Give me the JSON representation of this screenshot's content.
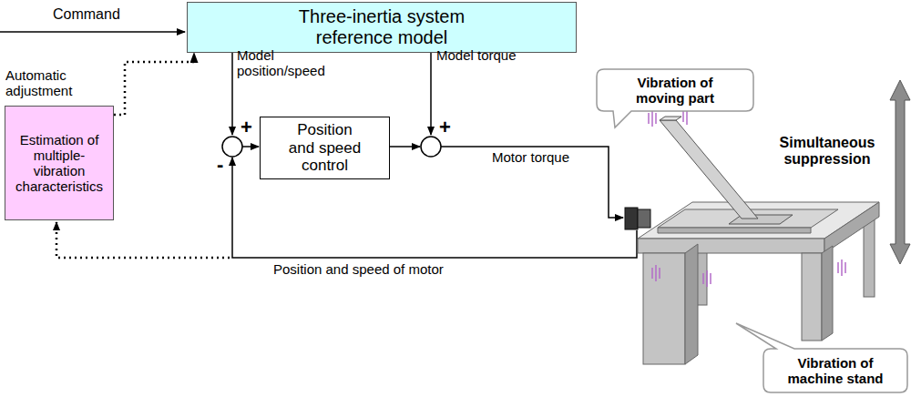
{
  "diagram": {
    "nodes": [
      {
        "text": [
          "Three-inertia system reference model"
        ]
      },
      {
        "text": [
          "Estimation of multiple- vibration characteristics"
        ]
      },
      {
        "text": [
          "Position and speed control"
        ]
      },
      {
        "text": [
          "Vibration of moving part"
        ]
      },
      {
        "text": [
          "Vibration of machine stand"
        ]
      }
    ],
    "edges": [
      {
        "from": 1,
        "to": 0,
        "arrow": "to",
        "label": "Automatic adjustment"
      }
    ],
    "labels": [
      "Command",
      "Model position/speed",
      "Model torque",
      "+",
      "-",
      "+",
      "Motor torque",
      "Position and speed of motor",
      "Simultaneous suppression"
    ]
  }
}
